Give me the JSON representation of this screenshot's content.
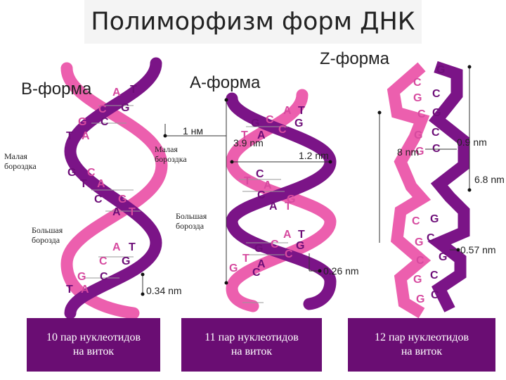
{
  "title": "Полиморфизм форм ДНК",
  "forms": {
    "b": {
      "name": "В-форма",
      "minor_groove": "Малая бороздка",
      "major_groove": "Большая борозда",
      "rise": "0.34 nm",
      "caption_line1": "10 пар нуклеотидов",
      "caption_line2": "на виток"
    },
    "a": {
      "name": "А-форма",
      "rise_label": "1 нм",
      "minor_groove": "Малая бороздка",
      "major_groove": "Большая борозда",
      "pitch": "3.9 nm",
      "width": "1.2 nm",
      "rise": "0.26 nm",
      "caption_line1": "11 пар нуклеотидов",
      "caption_line2": "на виток"
    },
    "z": {
      "name": "Z-форма",
      "width": "0.9 nm",
      "pitch": "6.8 nm",
      "rise": "0.57 nm",
      "partial": "8 nm",
      "caption_line1": "12 пар нуклеотидов",
      "caption_line2": "на виток"
    }
  },
  "nucleotides": [
    "A",
    "T",
    "G",
    "C"
  ],
  "colors": {
    "purple_strand": "#7b1487",
    "pink_strand": "#ec5fae",
    "caption_bg": "#6a0d73"
  }
}
